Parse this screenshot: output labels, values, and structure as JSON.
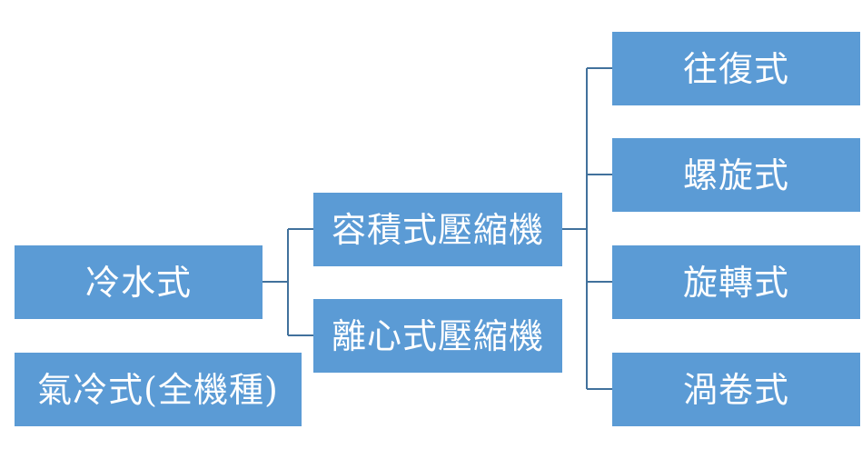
{
  "colors": {
    "node_fill": "#5b9bd5",
    "node_text": "#ffffff",
    "connector": "#41719c"
  },
  "nodes": {
    "water_cooled": "冷水式",
    "air_cooled": "氣冷式(全機種)",
    "positive_displacement": "容積式壓縮機",
    "centrifugal": "離心式壓縮機",
    "reciprocating": "往復式",
    "screw": "螺旋式",
    "rotary": "旋轉式",
    "scroll": "渦卷式"
  }
}
